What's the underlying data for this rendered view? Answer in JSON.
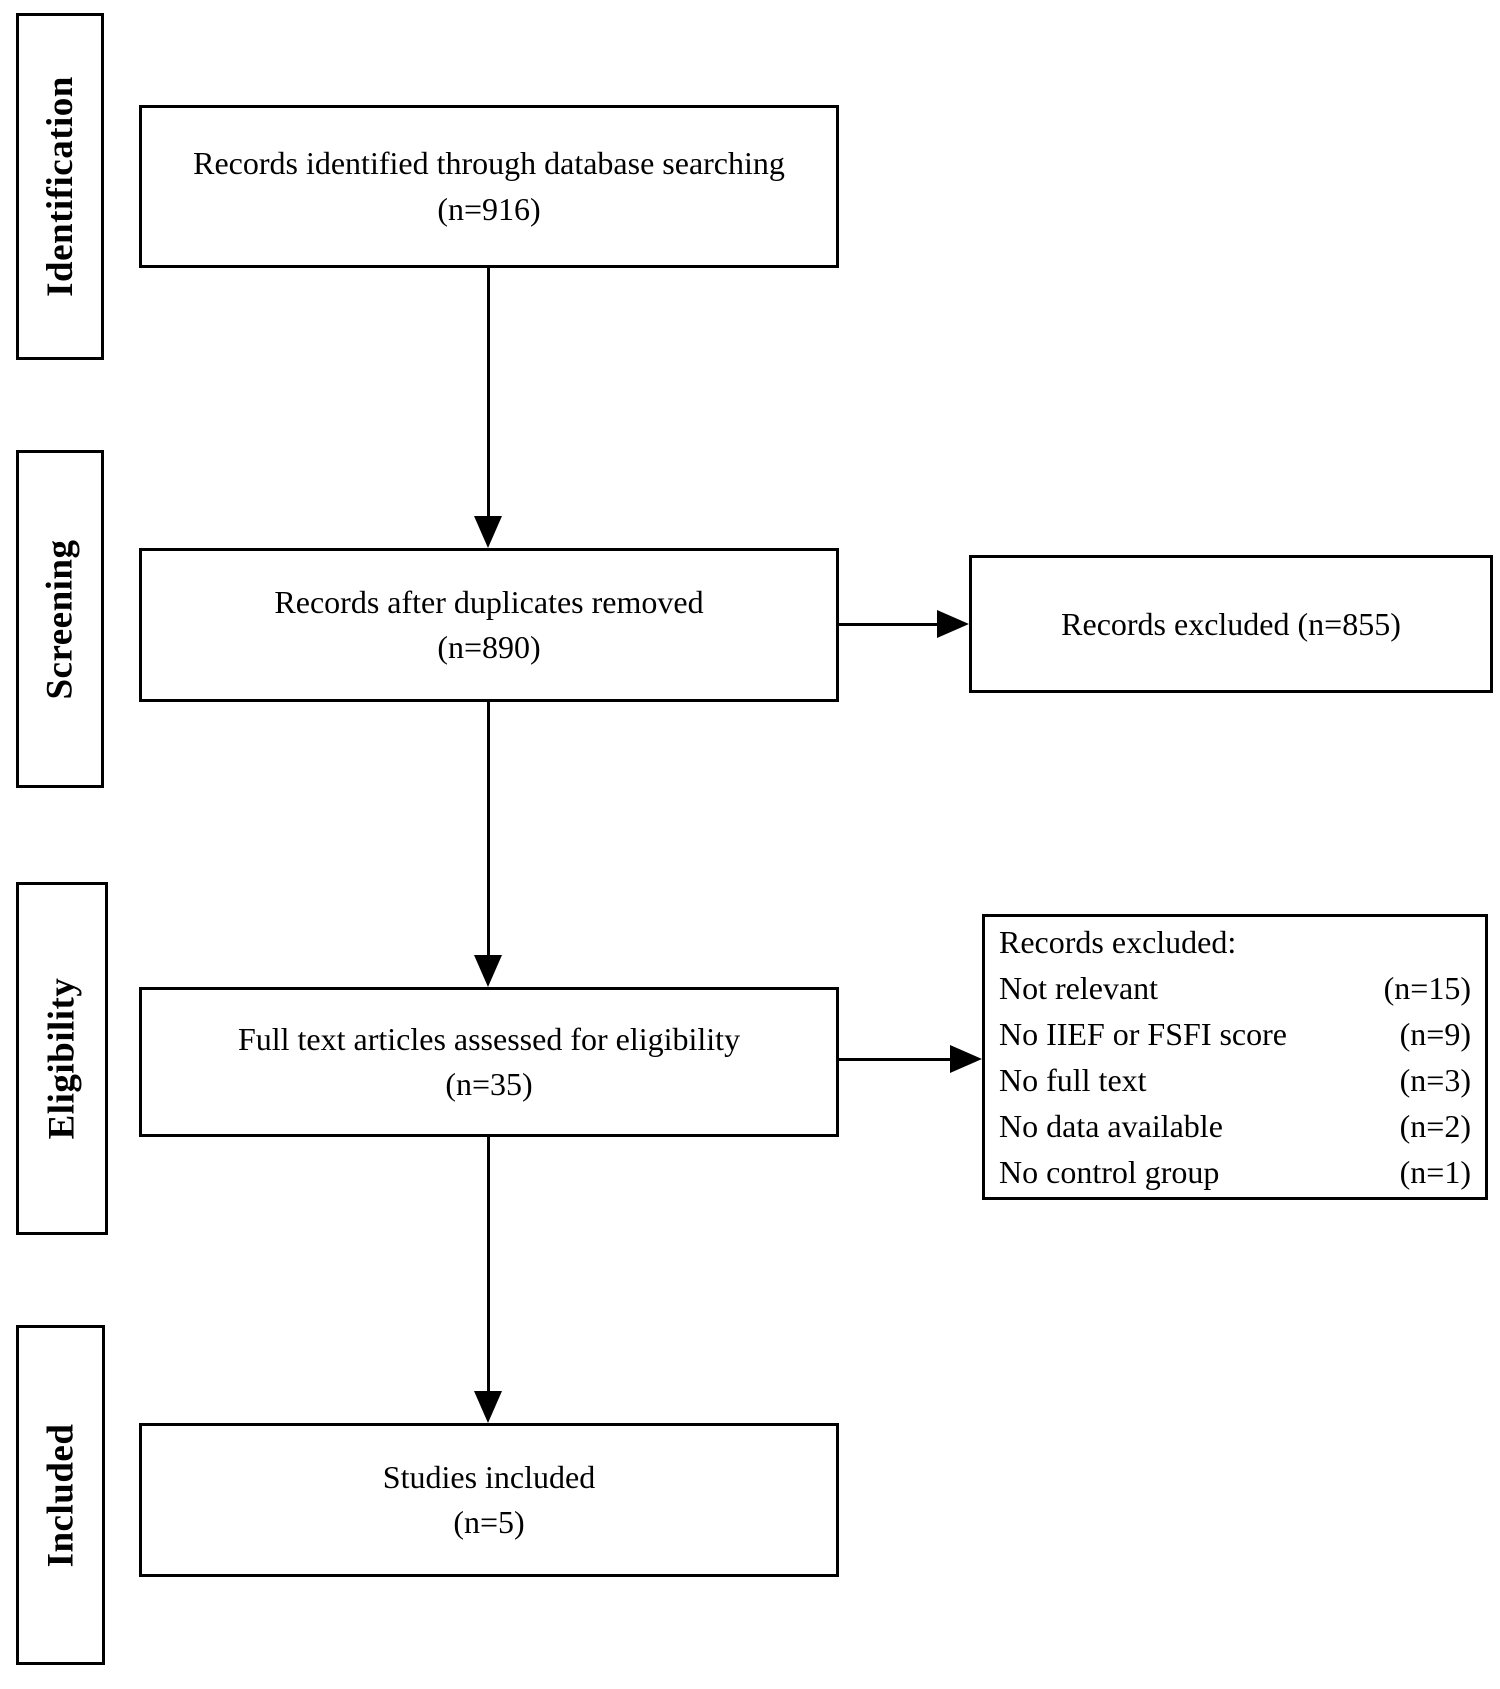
{
  "diagram": {
    "type": "prisma-flowchart",
    "colors": {
      "border": "#000000",
      "background": "#ffffff",
      "text": "#000000"
    },
    "stages": [
      {
        "label": "Identification"
      },
      {
        "label": "Screening"
      },
      {
        "label": "Eligibility"
      },
      {
        "label": "Included"
      }
    ],
    "boxes": {
      "identified": {
        "line1": "Records identified through database searching",
        "line2": "(n=916)"
      },
      "deduplicated": {
        "line1": "Records after duplicates removed",
        "line2": "(n=890)"
      },
      "excluded_screening": {
        "text": "Records excluded (n=855)"
      },
      "fulltext": {
        "line1": "Full text articles assessed for eligibility",
        "line2": "(n=35)"
      },
      "excluded_eligibility": {
        "title": "Records excluded:",
        "reasons": [
          {
            "label": "Not relevant",
            "count": "(n=15)"
          },
          {
            "label": "No IIEF or FSFI score",
            "count": "(n=9)"
          },
          {
            "label": "No full text",
            "count": "(n=3)"
          },
          {
            "label": "No data available",
            "count": "(n=2)"
          },
          {
            "label": "No control group",
            "count": "(n=1)"
          }
        ]
      },
      "included": {
        "line1": "Studies included",
        "line2": "(n=5)"
      }
    }
  }
}
